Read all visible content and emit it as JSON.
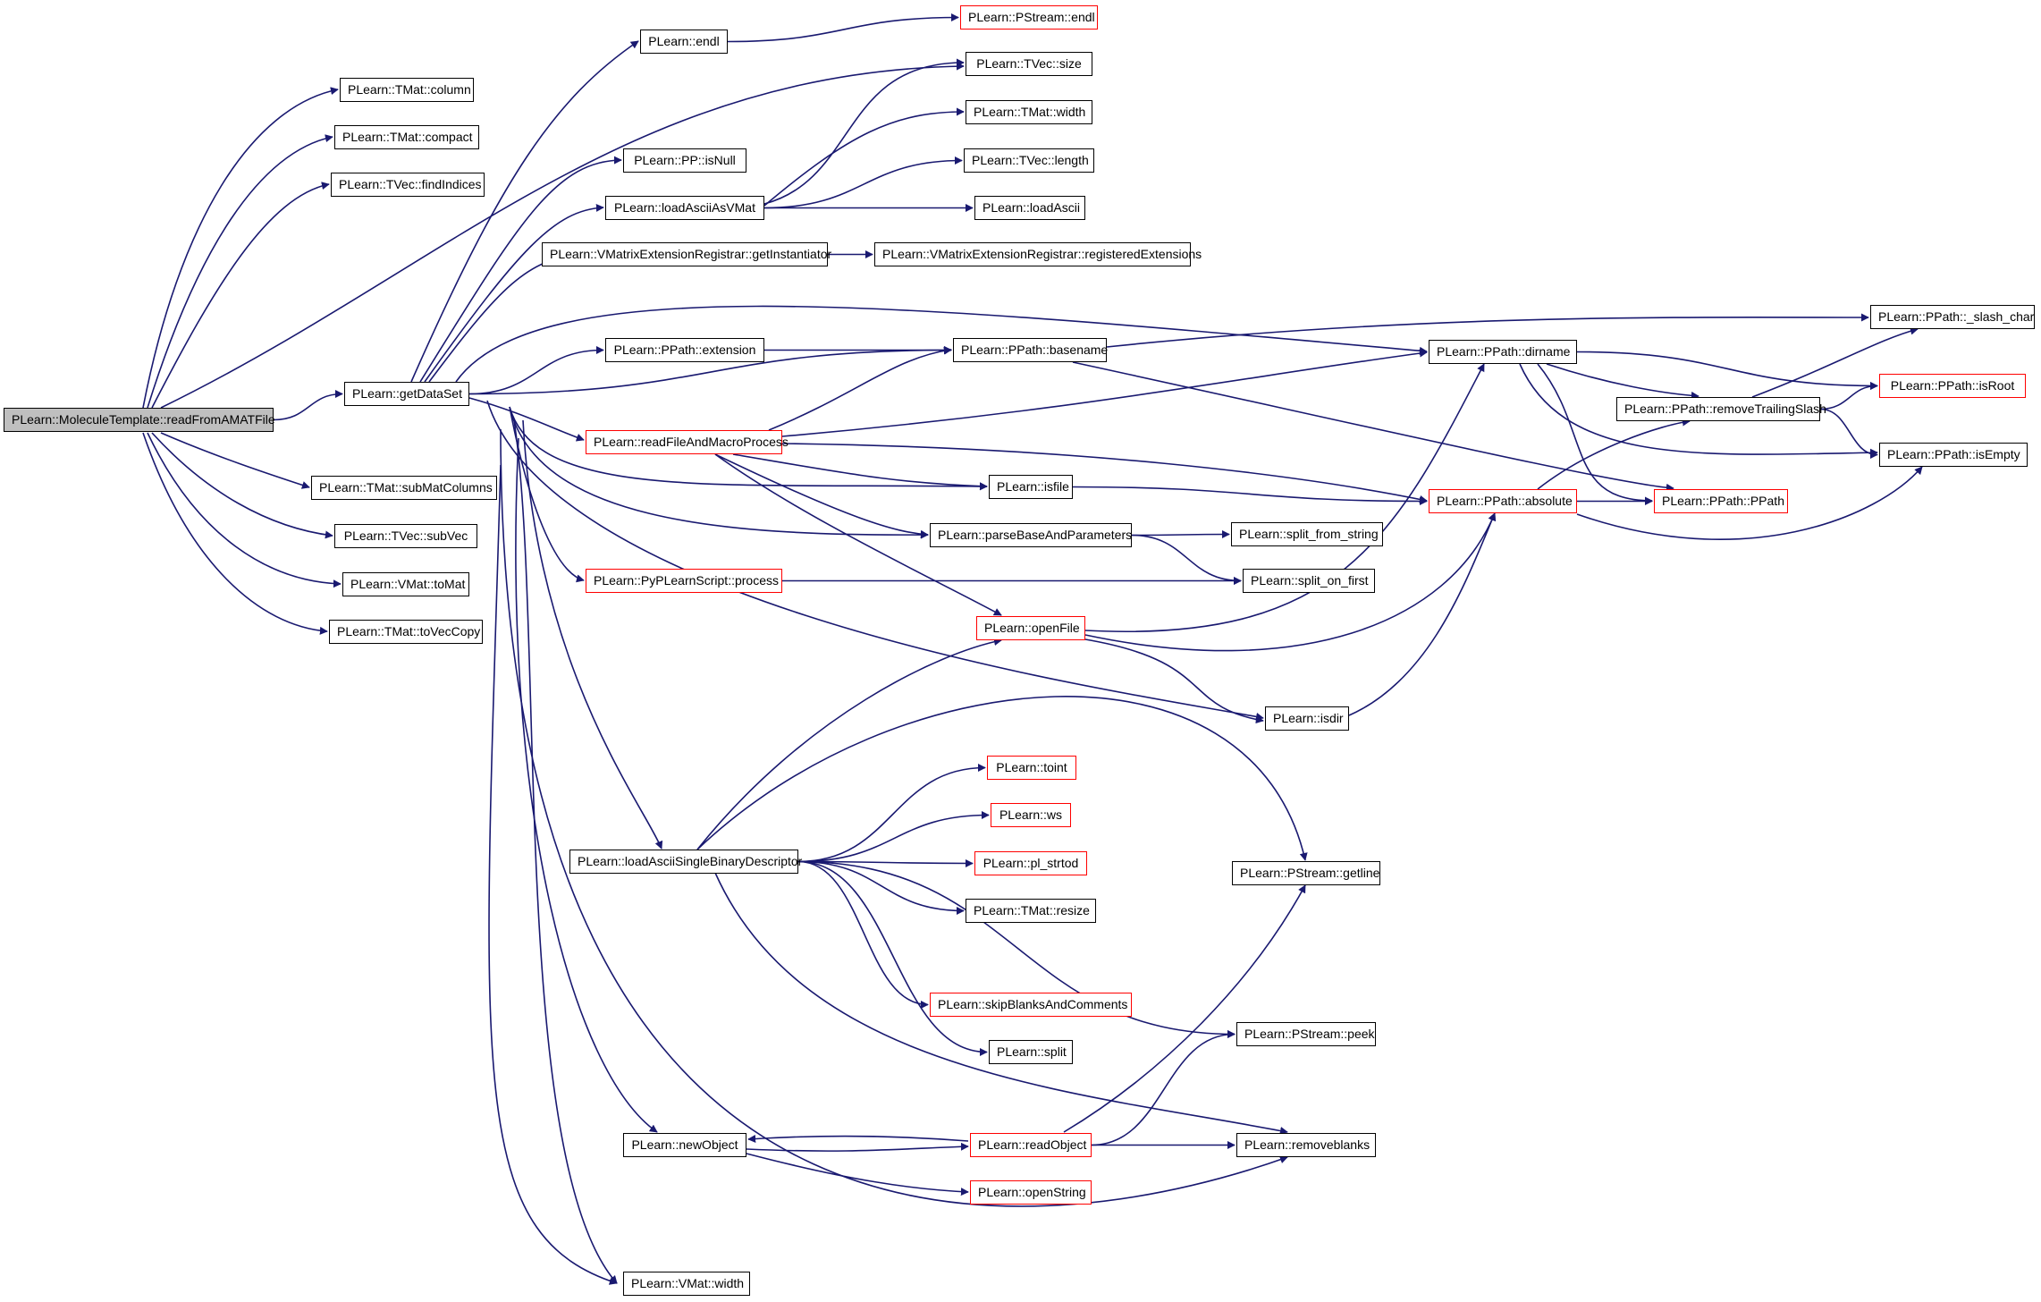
{
  "colors": {
    "edge": "#191970",
    "root_fill": "#bfbfbf",
    "incomplete_border": "#ff0000",
    "node_border": "#000000"
  },
  "nodes": [
    {
      "id": "root",
      "label": "PLearn::MoleculeTemplate::readFromAMATFile",
      "style": "root"
    },
    {
      "id": "tmat_column",
      "label": "PLearn::TMat::column"
    },
    {
      "id": "tmat_compact",
      "label": "PLearn::TMat::compact"
    },
    {
      "id": "tvec_findIndices",
      "label": "PLearn::TVec::findIndices"
    },
    {
      "id": "getDataSet",
      "label": "PLearn::getDataSet"
    },
    {
      "id": "tmat_subMatColumns",
      "label": "PLearn::TMat::subMatColumns"
    },
    {
      "id": "tvec_subVec",
      "label": "PLearn::TVec::subVec"
    },
    {
      "id": "vmat_toMat",
      "label": "PLearn::VMat::toMat"
    },
    {
      "id": "tmat_toVecCopy",
      "label": "PLearn::TMat::toVecCopy"
    },
    {
      "id": "endl",
      "label": "PLearn::endl"
    },
    {
      "id": "pp_isNull",
      "label": "PLearn::PP::isNull"
    },
    {
      "id": "loadAsciiAsVMat",
      "label": "PLearn::loadAsciiAsVMat"
    },
    {
      "id": "getInstantiator",
      "label": "PLearn::VMatrixExtensionRegistrar::getInstantiator"
    },
    {
      "id": "ppath_extension",
      "label": "PLearn::PPath::extension"
    },
    {
      "id": "readFileAndMacroProcess",
      "label": "PLearn::readFileAndMacroProcess",
      "style": "red"
    },
    {
      "id": "pyprocess",
      "label": "PLearn::PyPLearnScript::process",
      "style": "red"
    },
    {
      "id": "loadAsciiSingleBinaryDescriptor",
      "label": "PLearn::loadAsciiSingleBinaryDescriptor"
    },
    {
      "id": "newObject",
      "label": "PLearn::newObject"
    },
    {
      "id": "vmat_width",
      "label": "PLearn::VMat::width"
    },
    {
      "id": "pstream_endl",
      "label": "PLearn::PStream::endl",
      "style": "red"
    },
    {
      "id": "tvec_size",
      "label": "PLearn::TVec::size"
    },
    {
      "id": "tmat_width",
      "label": "PLearn::TMat::width"
    },
    {
      "id": "tvec_length",
      "label": "PLearn::TVec::length"
    },
    {
      "id": "loadAscii",
      "label": "PLearn::loadAscii"
    },
    {
      "id": "registeredExtensions",
      "label": "PLearn::VMatrixExtensionRegistrar::registeredExtensions"
    },
    {
      "id": "ppath_basename",
      "label": "PLearn::PPath::basename"
    },
    {
      "id": "isfile",
      "label": "PLearn::isfile"
    },
    {
      "id": "parseBaseAndParameters",
      "label": "PLearn::parseBaseAndParameters"
    },
    {
      "id": "openFile",
      "label": "PLearn::openFile",
      "style": "red"
    },
    {
      "id": "toint",
      "label": "PLearn::toint",
      "style": "red"
    },
    {
      "id": "ws",
      "label": "PLearn::ws",
      "style": "red"
    },
    {
      "id": "pl_strtod",
      "label": "PLearn::pl_strtod",
      "style": "red"
    },
    {
      "id": "tmat_resize",
      "label": "PLearn::TMat::resize"
    },
    {
      "id": "skipBlanksAndComments",
      "label": "PLearn::skipBlanksAndComments",
      "style": "red"
    },
    {
      "id": "split",
      "label": "PLearn::split"
    },
    {
      "id": "readObject",
      "label": "PLearn::readObject",
      "style": "red"
    },
    {
      "id": "openString",
      "label": "PLearn::openString",
      "style": "red"
    },
    {
      "id": "split_from_string",
      "label": "PLearn::split_from_string"
    },
    {
      "id": "split_on_first",
      "label": "PLearn::split_on_first"
    },
    {
      "id": "isdir",
      "label": "PLearn::isdir"
    },
    {
      "id": "pstream_getline",
      "label": "PLearn::PStream::getline"
    },
    {
      "id": "pstream_peek",
      "label": "PLearn::PStream::peek"
    },
    {
      "id": "removeblanks",
      "label": "PLearn::removeblanks"
    },
    {
      "id": "ppath_dirname",
      "label": "PLearn::PPath::dirname"
    },
    {
      "id": "ppath_absolute",
      "label": "PLearn::PPath::absolute",
      "style": "red"
    },
    {
      "id": "removeTrailingSlash",
      "label": "PLearn::PPath::removeTrailingSlash"
    },
    {
      "id": "ppath_PPath",
      "label": "PLearn::PPath::PPath",
      "style": "red"
    },
    {
      "id": "slash_char",
      "label": "PLearn::PPath::_slash_char"
    },
    {
      "id": "ppath_isRoot",
      "label": "PLearn::PPath::isRoot",
      "style": "red"
    },
    {
      "id": "ppath_isEmpty",
      "label": "PLearn::PPath::isEmpty"
    }
  ],
  "edges": [
    [
      "root",
      "tmat_column"
    ],
    [
      "root",
      "tmat_compact"
    ],
    [
      "root",
      "tvec_findIndices"
    ],
    [
      "root",
      "tvec_size"
    ],
    [
      "root",
      "getDataSet"
    ],
    [
      "root",
      "tmat_subMatColumns"
    ],
    [
      "root",
      "tvec_subVec"
    ],
    [
      "root",
      "vmat_toMat"
    ],
    [
      "root",
      "tmat_toVecCopy"
    ],
    [
      "root",
      "vmat_width"
    ],
    [
      "getDataSet",
      "endl"
    ],
    [
      "getDataSet",
      "pp_isNull"
    ],
    [
      "getDataSet",
      "loadAsciiAsVMat"
    ],
    [
      "getDataSet",
      "getInstantiator"
    ],
    [
      "getDataSet",
      "ppath_extension"
    ],
    [
      "getDataSet",
      "ppath_basename"
    ],
    [
      "getDataSet",
      "ppath_dirname"
    ],
    [
      "getDataSet",
      "readFileAndMacroProcess"
    ],
    [
      "getDataSet",
      "isfile"
    ],
    [
      "getDataSet",
      "parseBaseAndParameters"
    ],
    [
      "getDataSet",
      "pyprocess"
    ],
    [
      "getDataSet",
      "isdir"
    ],
    [
      "getDataSet",
      "loadAsciiSingleBinaryDescriptor"
    ],
    [
      "getDataSet",
      "newObject"
    ],
    [
      "getDataSet",
      "removeblanks"
    ],
    [
      "getDataSet",
      "vmat_width"
    ],
    [
      "endl",
      "pstream_endl"
    ],
    [
      "loadAsciiAsVMat",
      "tvec_size"
    ],
    [
      "loadAsciiAsVMat",
      "tmat_width"
    ],
    [
      "loadAsciiAsVMat",
      "tvec_length"
    ],
    [
      "loadAsciiAsVMat",
      "loadAscii"
    ],
    [
      "getInstantiator",
      "registeredExtensions"
    ],
    [
      "ppath_extension",
      "ppath_basename"
    ],
    [
      "readFileAndMacroProcess",
      "ppath_basename"
    ],
    [
      "readFileAndMacroProcess",
      "ppath_dirname"
    ],
    [
      "readFileAndMacroProcess",
      "ppath_absolute"
    ],
    [
      "readFileAndMacroProcess",
      "isfile"
    ],
    [
      "readFileAndMacroProcess",
      "parseBaseAndParameters"
    ],
    [
      "readFileAndMacroProcess",
      "openFile"
    ],
    [
      "pyprocess",
      "split_on_first"
    ],
    [
      "loadAsciiSingleBinaryDescriptor",
      "openFile"
    ],
    [
      "loadAsciiSingleBinaryDescriptor",
      "pstream_getline"
    ],
    [
      "loadAsciiSingleBinaryDescriptor",
      "toint"
    ],
    [
      "loadAsciiSingleBinaryDescriptor",
      "ws"
    ],
    [
      "loadAsciiSingleBinaryDescriptor",
      "pl_strtod"
    ],
    [
      "loadAsciiSingleBinaryDescriptor",
      "tmat_resize"
    ],
    [
      "loadAsciiSingleBinaryDescriptor",
      "skipBlanksAndComments"
    ],
    [
      "loadAsciiSingleBinaryDescriptor",
      "pstream_peek"
    ],
    [
      "loadAsciiSingleBinaryDescriptor",
      "split"
    ],
    [
      "loadAsciiSingleBinaryDescriptor",
      "removeblanks"
    ],
    [
      "newObject",
      "readObject"
    ],
    [
      "newObject",
      "openString"
    ],
    [
      "readObject",
      "newObject"
    ],
    [
      "readObject",
      "pstream_getline"
    ],
    [
      "readObject",
      "pstream_peek"
    ],
    [
      "readObject",
      "removeblanks"
    ],
    [
      "parseBaseAndParameters",
      "split_from_string"
    ],
    [
      "parseBaseAndParameters",
      "split_on_first"
    ],
    [
      "isfile",
      "ppath_absolute"
    ],
    [
      "openFile",
      "ppath_dirname"
    ],
    [
      "openFile",
      "ppath_absolute"
    ],
    [
      "openFile",
      "isdir"
    ],
    [
      "isdir",
      "ppath_absolute"
    ],
    [
      "ppath_basename",
      "slash_char"
    ],
    [
      "ppath_basename",
      "ppath_PPath"
    ],
    [
      "ppath_dirname",
      "removeTrailingSlash"
    ],
    [
      "ppath_dirname",
      "ppath_isRoot"
    ],
    [
      "ppath_dirname",
      "ppath_PPath"
    ],
    [
      "ppath_dirname",
      "ppath_isEmpty"
    ],
    [
      "ppath_absolute",
      "ppath_PPath"
    ],
    [
      "ppath_absolute",
      "removeTrailingSlash"
    ],
    [
      "ppath_absolute",
      "ppath_isEmpty"
    ],
    [
      "removeTrailingSlash",
      "slash_char"
    ],
    [
      "removeTrailingSlash",
      "ppath_isRoot"
    ],
    [
      "removeTrailingSlash",
      "ppath_isEmpty"
    ]
  ]
}
